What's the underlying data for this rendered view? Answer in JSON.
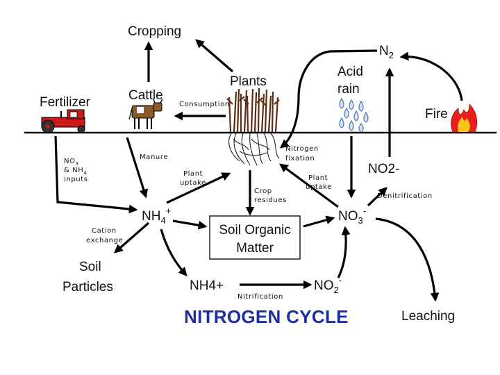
{
  "title": "NITROGEN CYCLE",
  "nodes": {
    "cropping": "Cropping",
    "n2_base": "N",
    "n2_sub": "2",
    "plants": "Plants",
    "acid_rain_1": "Acid",
    "acid_rain_2": "rain",
    "fertilizer": "Fertilizer",
    "cattle": "Cattle",
    "fire": "Fire",
    "no2_top": "NO2-",
    "nh4_base": "NH",
    "nh4_sub": "4",
    "nh4_sup": "+",
    "soil_organic_1": "Soil Organic",
    "soil_organic_2": "Matter",
    "no3_base": "NO",
    "no3_sub": "3",
    "no3_sup": "-",
    "soil_particles_1": "Soil",
    "soil_particles_2": "Particles",
    "nh4_plus": "NH4+",
    "no2_base": "NO",
    "no2_sub": "2",
    "no2_sup": "-",
    "leaching": "Leaching"
  },
  "labels": {
    "consumption": "Consumption",
    "manure": "Manure",
    "nitrogen_fixation_1": "Nitrogen",
    "nitrogen_fixation_2": "fixation",
    "inputs_1": "NO",
    "inputs_1_sub": "3",
    "inputs_2": "& NH",
    "inputs_2_sub": "4",
    "inputs_3": "inputs",
    "plant_uptake_left_1": "Plant",
    "plant_uptake_left_2": "uptake",
    "plant_uptake_right_1": "Plant",
    "plant_uptake_right_2": "uptake",
    "crop_residues_1": "Crop",
    "crop_residues_2": "residues",
    "denitrification": "Denitrification",
    "cation_exchange_1": "Cation",
    "cation_exchange_2": "exchange",
    "nitrification": "Nitrification"
  },
  "colors": {
    "title": "#1c2f9c",
    "tractor": "#cc1a1a",
    "fire_outer": "#e8201a",
    "fire_inner": "#f5c518",
    "rain": "#5a7fb8",
    "plant": "#5a2e12"
  },
  "icons": [
    "tractor-icon",
    "cow-icon",
    "plants-icon",
    "rain-icon",
    "fire-icon"
  ]
}
